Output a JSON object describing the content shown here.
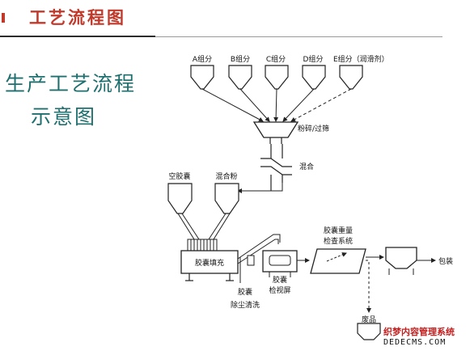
{
  "slide": {
    "title": "工艺流程图",
    "heading_line1": "生产工艺流程",
    "heading_line2": "示意图"
  },
  "diagram": {
    "components": [
      {
        "label": "A组分"
      },
      {
        "label": "B组分"
      },
      {
        "label": "C组分"
      },
      {
        "label": "D组分"
      },
      {
        "label": "E组分（润滑剂）"
      }
    ],
    "mill_label": "粉碎/过筛",
    "mixing_label": "混合",
    "empty_capsule_label": "空胶囊",
    "mixed_powder_label": "混合粉",
    "filling_label": "胶囊填充",
    "cleaning_label_1": "胶囊",
    "cleaning_label_2": "除尘清洗",
    "inspection_label_1": "胶囊",
    "inspection_label_2": "检视屏",
    "weight_label_1": "胶囊重量",
    "weight_label_2": "检查系统",
    "packaging_label": "包装",
    "waste_label": "废品"
  },
  "watermark": {
    "line1": "织梦内容管理系统",
    "line2": "DEDECMS.COM"
  },
  "colors": {
    "title": "#c0392b",
    "heading": "#1f6f6f",
    "line": "#222222"
  }
}
